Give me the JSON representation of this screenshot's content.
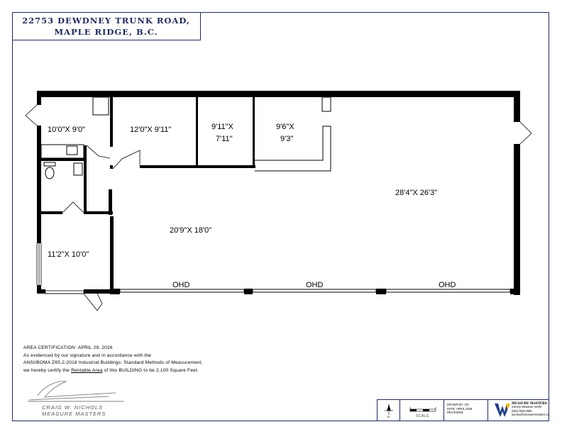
{
  "title": {
    "line1": "22753 DEWDNEY TRUNK ROAD,",
    "line2": "MAPLE RIDGE, B.C."
  },
  "rooms": [
    {
      "label": "10'0\"X 9'0\""
    },
    {
      "label": "12'0\"X 9'11\""
    },
    {
      "label": "9'11\"X"
    },
    {
      "label": "7'11\""
    },
    {
      "label": "9'6\"X"
    },
    {
      "label": "9'3\""
    },
    {
      "label": "28'4\"X 26'3\""
    },
    {
      "label": "20'9\"X 18'0\""
    },
    {
      "label": "11'2\"X 10'0\""
    }
  ],
  "doors": [
    {
      "label": "OHD"
    },
    {
      "label": "OHD"
    },
    {
      "label": "OHD"
    }
  ],
  "certification": {
    "line1": "AREA CERTIFICATION: APRIL 29, 2026",
    "line2": "As evidenced by our signature and in accordance with the",
    "line3": "ANSI/BOMA Z65.2-2018 Industrial Buildings: Standard Methods of Measurement,",
    "line4_pre": "we hereby certify the ",
    "line4_rent": "Rentable Area",
    "line4_post": " of this BUILDING to be 2,100 Square Feet."
  },
  "signature": {
    "name": "CRAIG W. NICHOLS",
    "company": "MEASURE MASTERS"
  },
  "title_block": {
    "north": "N",
    "scale_label": "SCALE",
    "drawn_by": "DRAWN BY: CN",
    "date": "DATE: APRIL 2026",
    "revisions": "REVISIONS",
    "logo_brand": "MEASURE MASTERS",
    "logo_tagline": "Survey Measure Verify",
    "phone": "(604) 839-2665",
    "email": "survey@measuremasters.ca"
  },
  "colors": {
    "border": "#1f2a5c",
    "wall": "#000000",
    "logo_blue": "#1f3a8a",
    "logo_yellow": "#f2c200"
  }
}
